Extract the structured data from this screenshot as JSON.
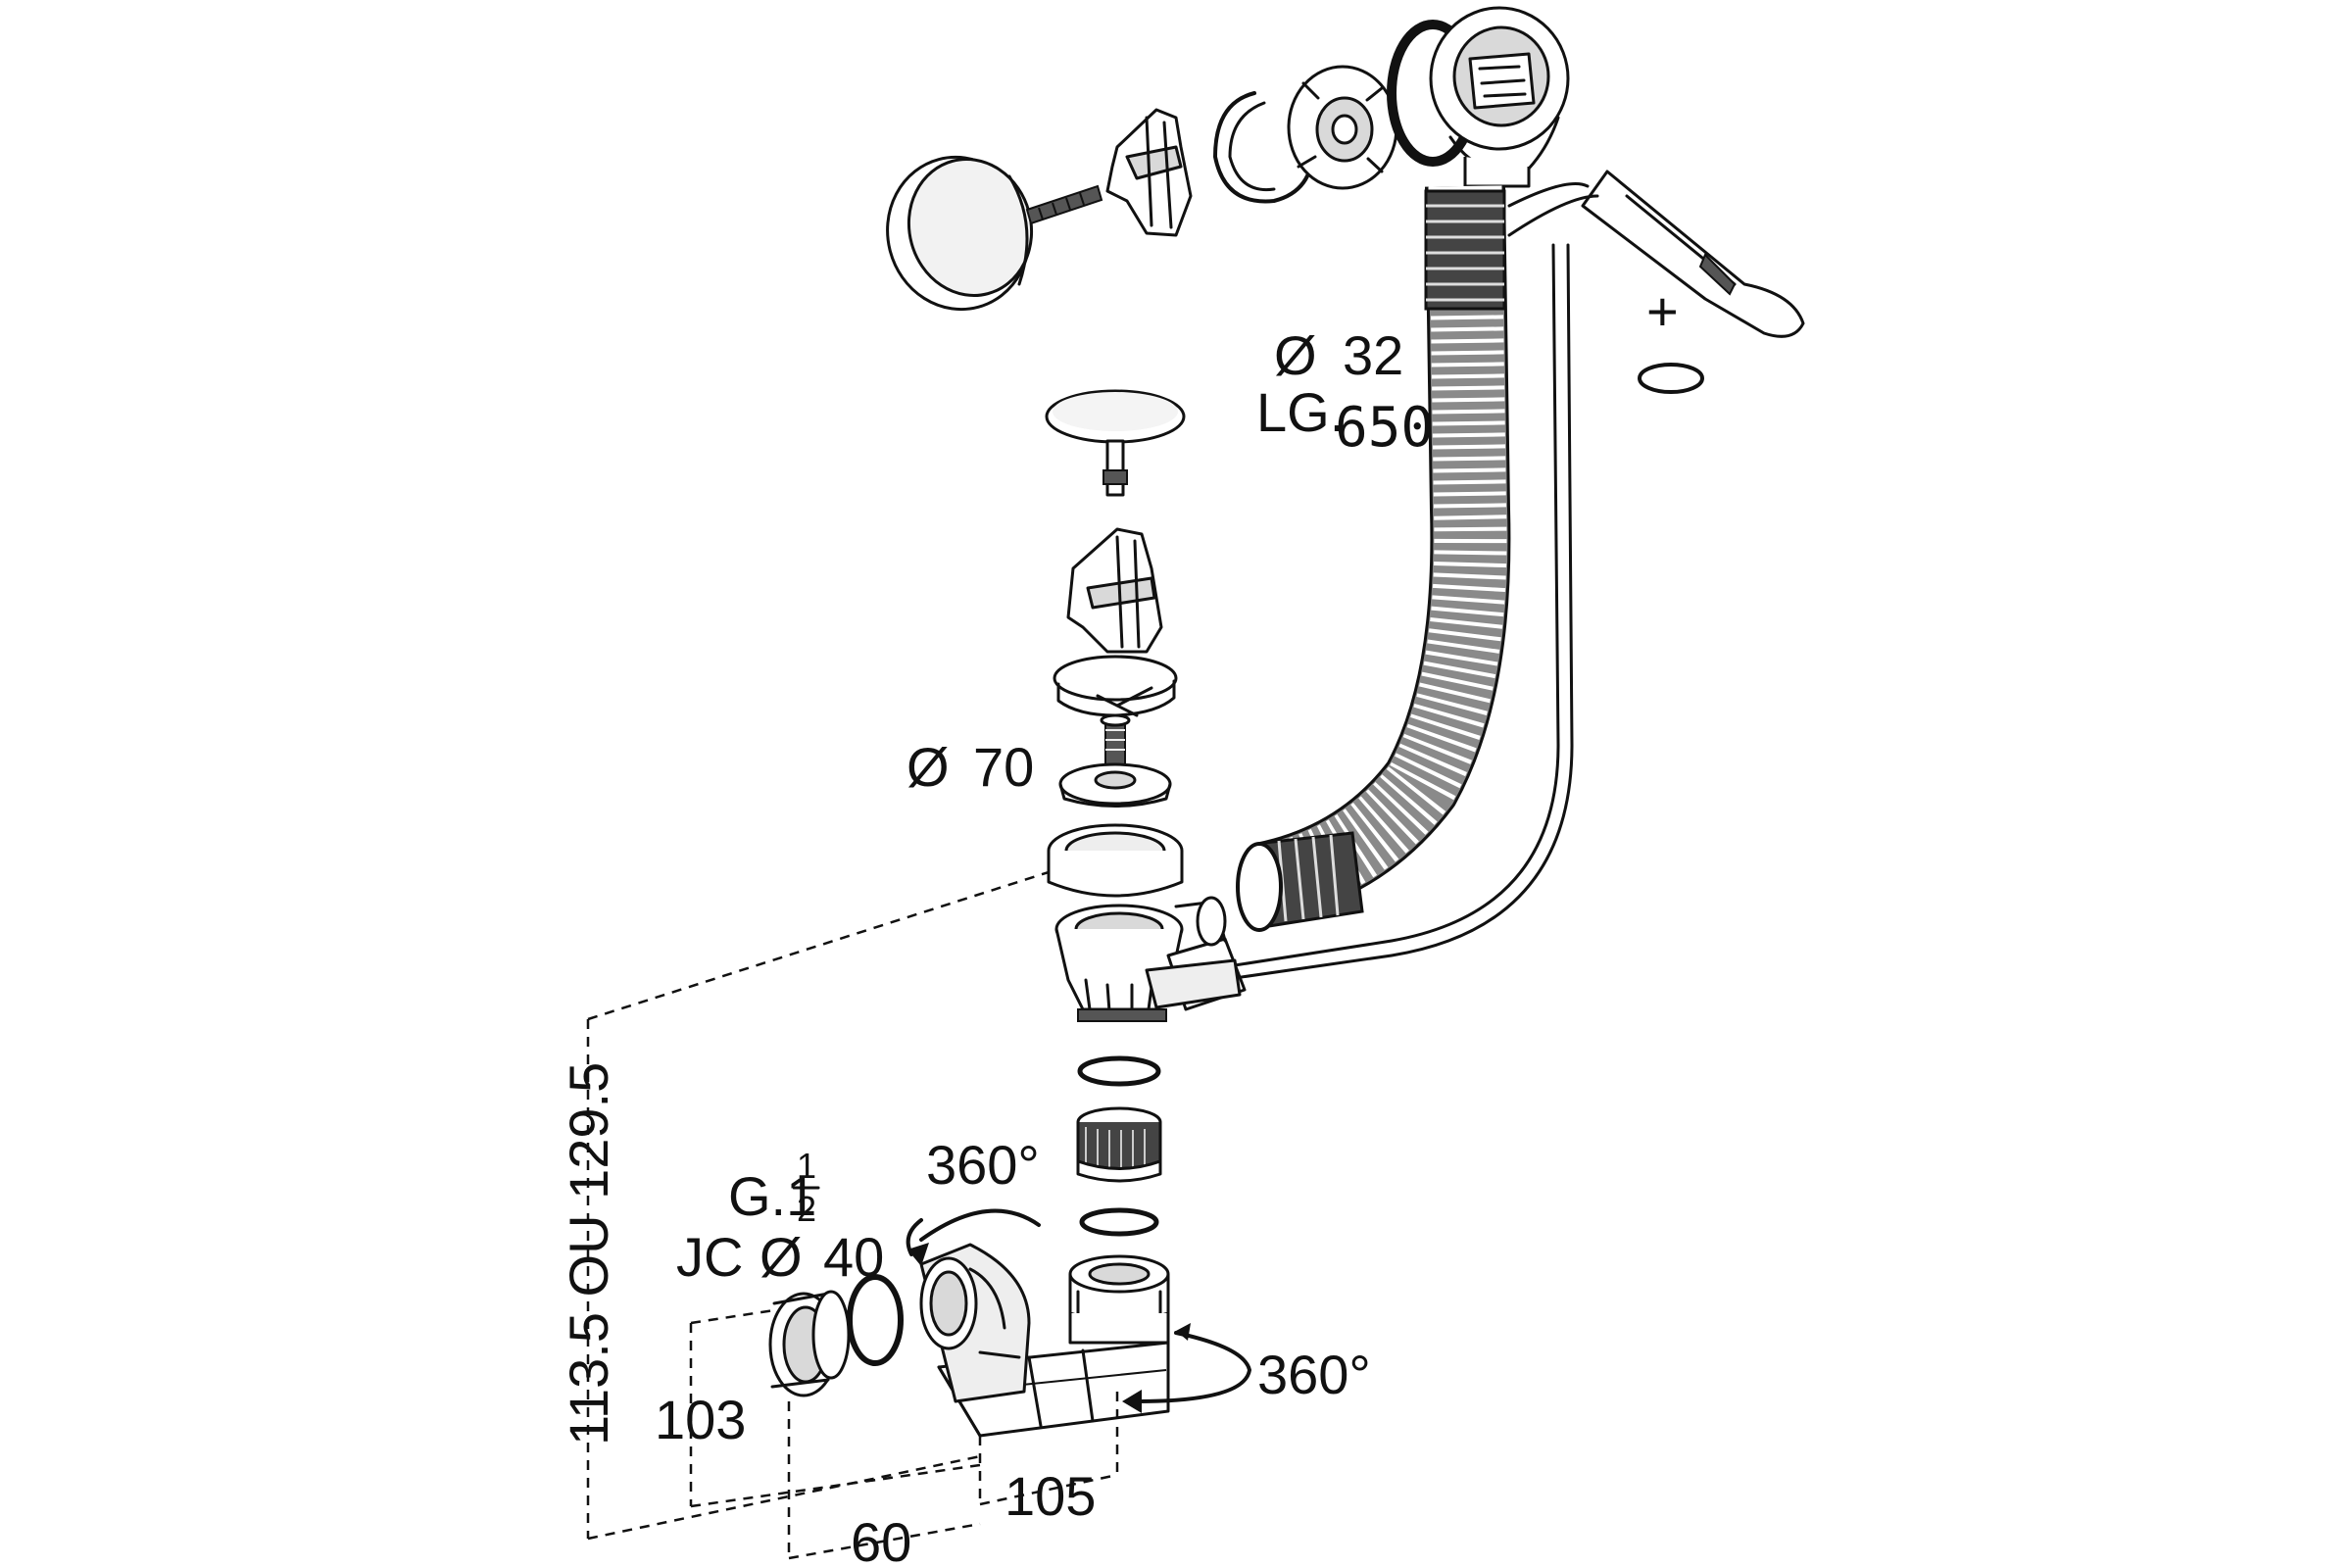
{
  "labels": {
    "hose_diameter_symbol": "Ø",
    "hose_diameter_value": "32",
    "hose_length_prefix": "LG.",
    "hose_length_value": "650",
    "plus_sign": "+",
    "plug_diameter_symbol": "Ø",
    "plug_diameter_value": "70",
    "rotation_top": "360°",
    "rotation_bottom": "360°",
    "thread_prefix": "G.1",
    "thread_frac_num": "1",
    "thread_frac_den": "2",
    "outlet_prefix": "JC",
    "outlet_diameter_symbol": "Ø",
    "outlet_diameter_value": "40",
    "height_dimension": "113.5 OU 129.5",
    "dim_103": "103",
    "dim_105": "105",
    "dim_60": "60"
  },
  "icons": {
    "diameter": "diameter-symbol",
    "rotation": "rotation-arrow"
  }
}
